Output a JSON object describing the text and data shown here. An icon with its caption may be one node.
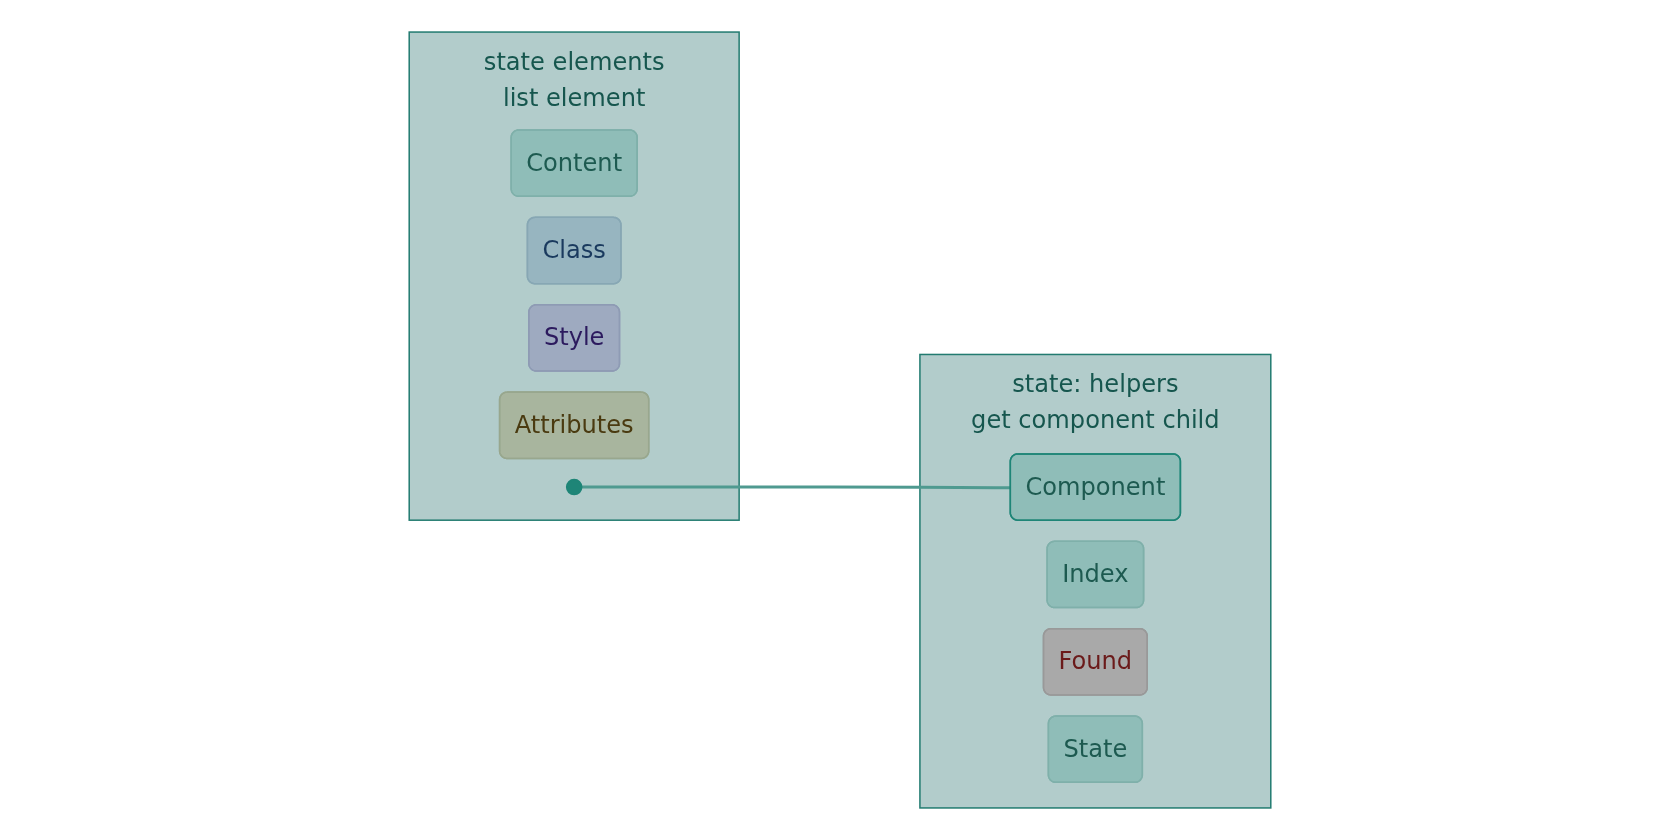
{
  "diagram": {
    "nodes": [
      {
        "text": [
          "state elements",
          "list element"
        ]
      },
      {
        "text": [
          "Content"
        ],
        "in": 0
      },
      {
        "text": [
          "Class"
        ],
        "in": 0
      },
      {
        "text": [
          "Style"
        ],
        "in": 0
      },
      {
        "text": [
          "Attributes"
        ],
        "in": 0
      },
      {
        "text": [],
        "shape": "circle",
        "in": 0
      },
      {
        "text": [
          "state: helpers",
          "get component child"
        ]
      },
      {
        "text": [
          "Component"
        ],
        "in": 6
      },
      {
        "text": [
          "Index"
        ],
        "in": 6
      },
      {
        "text": [
          "Found"
        ],
        "in": 6
      },
      {
        "text": [
          "State"
        ],
        "in": 6
      }
    ],
    "edges": [
      {
        "from": 5,
        "to": 7,
        "arrow": "none"
      }
    ]
  }
}
